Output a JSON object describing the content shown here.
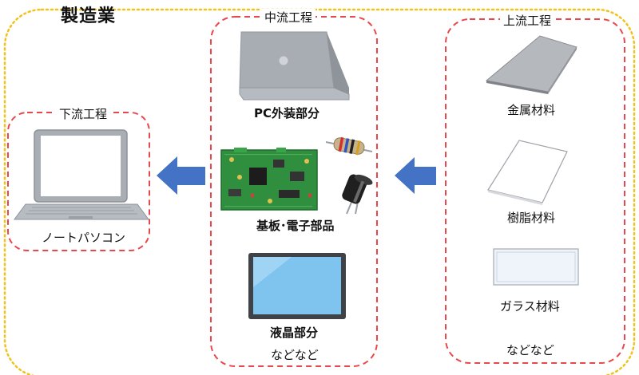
{
  "diagram": {
    "title": "製造業",
    "downstream": {
      "label": "下流工程",
      "items": [
        {
          "label": "ノートパソコン",
          "icon": "laptop-icon"
        }
      ]
    },
    "midstream": {
      "label": "中流工程",
      "items": [
        {
          "label": "PC外装部分",
          "icon": "laptop-casing-icon"
        },
        {
          "label": "基板･電子部品",
          "icon": "circuit-board-icon"
        },
        {
          "label": "液晶部分",
          "icon": "lcd-panel-icon"
        }
      ],
      "etc": "などなど"
    },
    "upstream": {
      "label": "上流工程",
      "items": [
        {
          "label": "金属材料",
          "icon": "metal-sheet-icon"
        },
        {
          "label": "樹脂材料",
          "icon": "resin-sheet-icon"
        },
        {
          "label": "ガラス材料",
          "icon": "glass-sheet-icon"
        }
      ],
      "etc": "などなど"
    },
    "colors": {
      "outer_border": "#f2c21a",
      "section_border": "#e8474c",
      "arrow": "#4472c4",
      "laptop_gray": "#9a9ea6",
      "board_green": "#2f8f3e",
      "lcd_blue": "#7fc3ef"
    }
  }
}
